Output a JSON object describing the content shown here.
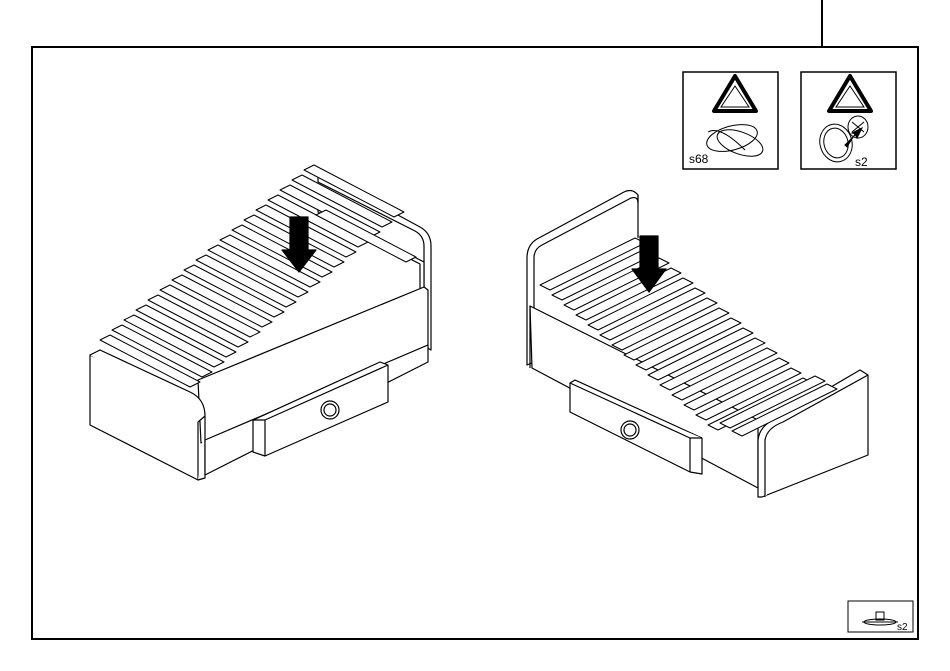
{
  "panels": [
    {
      "label": "s68",
      "icon": "warning-triangle-icon"
    },
    {
      "label": "s2",
      "icon": "warning-triangle-icon"
    }
  ],
  "corner_part": {
    "label": "s2",
    "icon": "cam-fitting-icon"
  },
  "arrow_icon": "down-arrow-icon",
  "colors": {
    "line": "#000000",
    "background": "#ffffff"
  }
}
